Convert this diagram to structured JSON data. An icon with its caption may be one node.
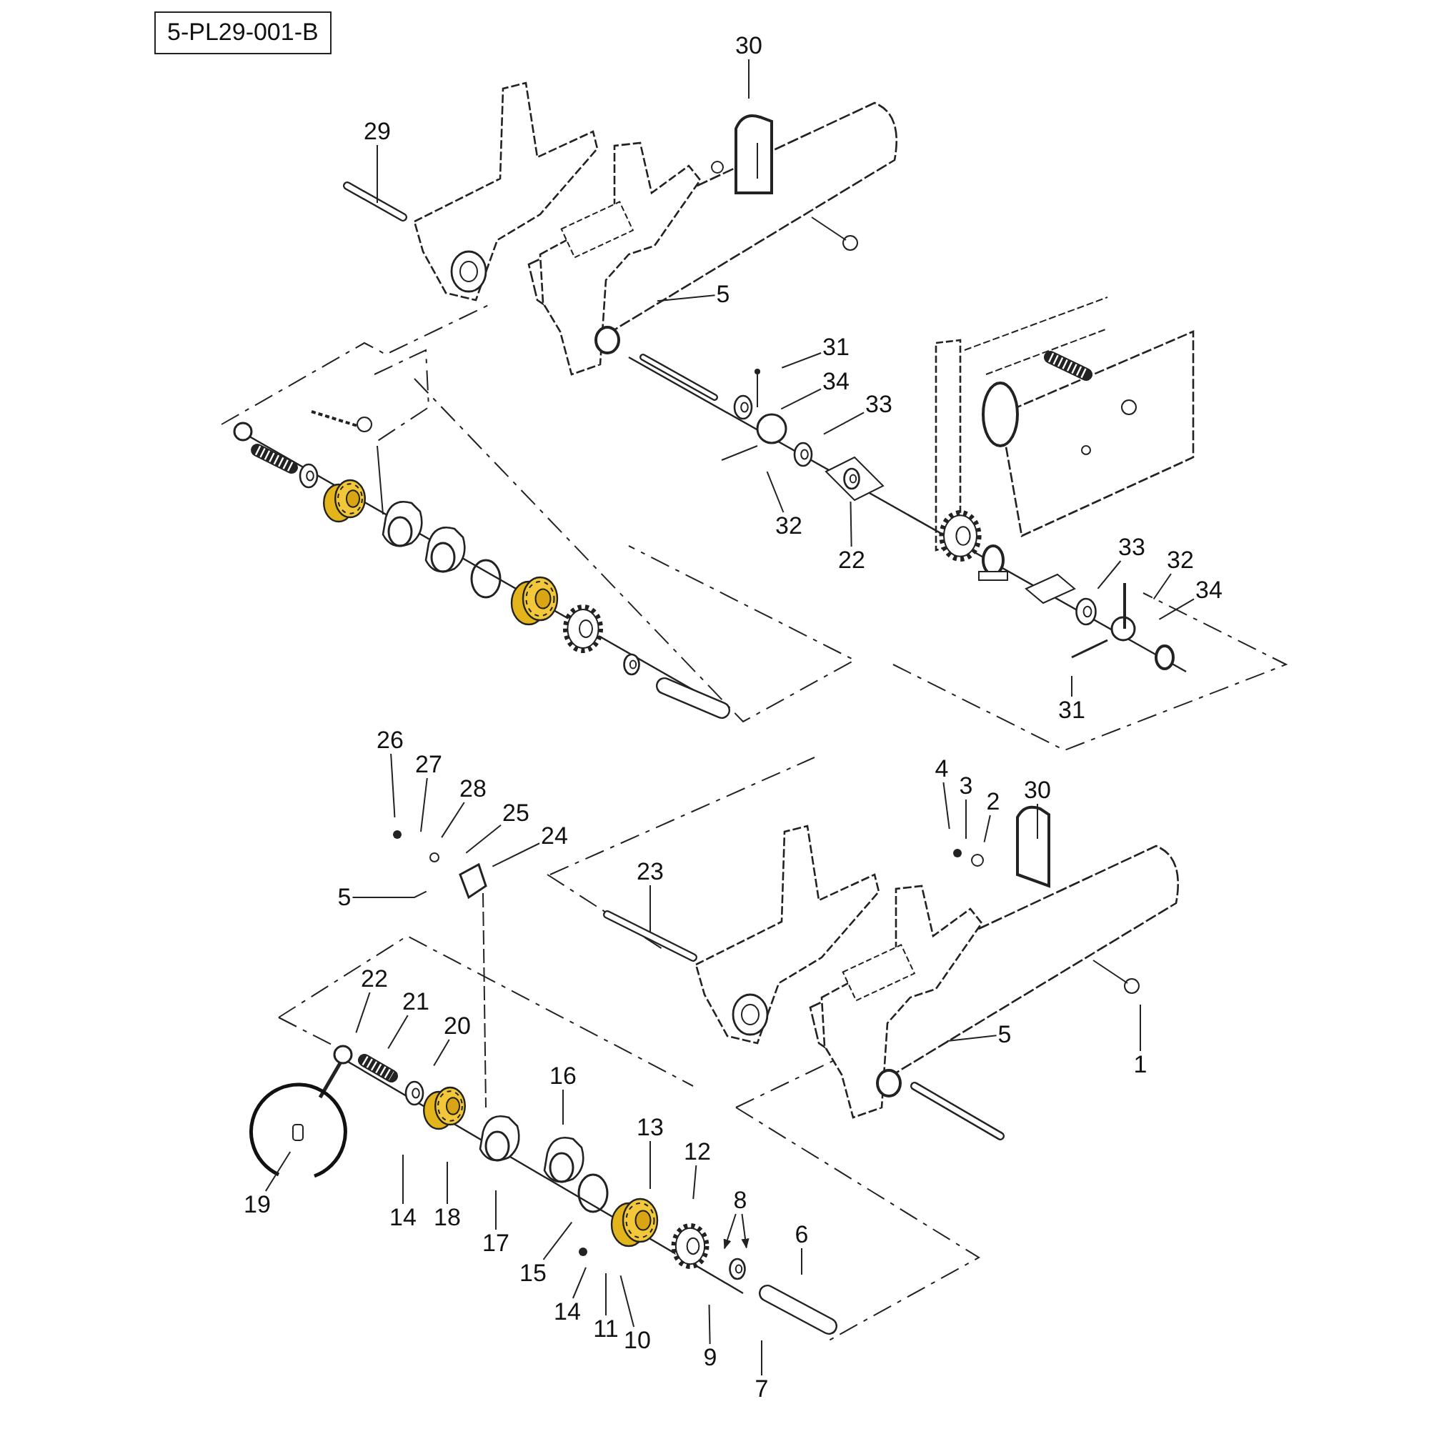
{
  "diagram": {
    "title": "5-PL29-001-B",
    "nodes": [
      {
        "text": [
          "30"
        ]
      },
      {
        "text": [
          "29"
        ]
      },
      {
        "text": [
          "5"
        ]
      },
      {
        "text": [
          "31"
        ]
      },
      {
        "text": [
          "34"
        ]
      },
      {
        "text": [
          "33"
        ]
      },
      {
        "text": [
          "32"
        ]
      },
      {
        "text": [
          "22"
        ]
      },
      {
        "text": [
          "33"
        ]
      },
      {
        "text": [
          "32"
        ]
      },
      {
        "text": [
          "34"
        ]
      },
      {
        "text": [
          "31"
        ]
      },
      {
        "text": [
          "26"
        ]
      },
      {
        "text": [
          "27"
        ]
      },
      {
        "text": [
          "28"
        ]
      },
      {
        "text": [
          "25"
        ]
      },
      {
        "text": [
          "24"
        ]
      },
      {
        "text": [
          "4"
        ]
      },
      {
        "text": [
          "3"
        ]
      },
      {
        "text": [
          "2"
        ]
      },
      {
        "text": [
          "30"
        ]
      },
      {
        "text": [
          "5"
        ]
      },
      {
        "text": [
          "23"
        ]
      },
      {
        "text": [
          "5"
        ]
      },
      {
        "text": [
          "1"
        ]
      },
      {
        "text": [
          "22"
        ]
      },
      {
        "text": [
          "21"
        ]
      },
      {
        "text": [
          "20"
        ]
      },
      {
        "text": [
          "16"
        ]
      },
      {
        "text": [
          "13"
        ]
      },
      {
        "text": [
          "12"
        ]
      },
      {
        "text": [
          "8"
        ]
      },
      {
        "text": [
          "19"
        ]
      },
      {
        "text": [
          "14"
        ]
      },
      {
        "text": [
          "18"
        ]
      },
      {
        "text": [
          "17"
        ]
      },
      {
        "text": [
          "6"
        ]
      },
      {
        "text": [
          "15"
        ]
      },
      {
        "text": [
          "14"
        ]
      },
      {
        "text": [
          "11"
        ]
      },
      {
        "text": [
          "10"
        ]
      },
      {
        "text": [
          "9"
        ]
      },
      {
        "text": [
          "7"
        ]
      }
    ],
    "edges": [
      {
        "from": 0,
        "to": null,
        "arrow": "none"
      },
      {
        "from": 1,
        "to": null,
        "arrow": "none"
      },
      {
        "from": 2,
        "to": null,
        "arrow": "none"
      },
      {
        "from": 3,
        "to": null,
        "arrow": "none"
      },
      {
        "from": 4,
        "to": null,
        "arrow": "none"
      },
      {
        "from": 5,
        "to": null,
        "arrow": "none"
      },
      {
        "from": 6,
        "to": null,
        "arrow": "none"
      },
      {
        "from": 7,
        "to": null,
        "arrow": "none"
      },
      {
        "from": 8,
        "to": null,
        "arrow": "none"
      },
      {
        "from": 9,
        "to": null,
        "arrow": "none"
      },
      {
        "from": 10,
        "to": null,
        "arrow": "none"
      },
      {
        "from": 11,
        "to": null,
        "arrow": "none"
      },
      {
        "from": 12,
        "to": null,
        "arrow": "none"
      },
      {
        "from": 13,
        "to": null,
        "arrow": "none"
      },
      {
        "from": 14,
        "to": null,
        "arrow": "none"
      },
      {
        "from": 15,
        "to": null,
        "arrow": "none"
      },
      {
        "from": 16,
        "to": null,
        "arrow": "none"
      },
      {
        "from": 17,
        "to": null,
        "arrow": "none"
      },
      {
        "from": 18,
        "to": null,
        "arrow": "none"
      },
      {
        "from": 19,
        "to": null,
        "arrow": "none"
      },
      {
        "from": 20,
        "to": null,
        "arrow": "none"
      },
      {
        "from": 21,
        "to": null,
        "arrow": "none"
      },
      {
        "from": 22,
        "to": null,
        "arrow": "none"
      },
      {
        "from": 23,
        "to": null,
        "arrow": "none"
      },
      {
        "from": 24,
        "to": null,
        "arrow": "none"
      },
      {
        "from": 25,
        "to": null,
        "arrow": "none"
      },
      {
        "from": 26,
        "to": null,
        "arrow": "none"
      },
      {
        "from": 27,
        "to": null,
        "arrow": "none"
      },
      {
        "from": 28,
        "to": null,
        "arrow": "none"
      },
      {
        "from": 29,
        "to": null,
        "arrow": "none"
      },
      {
        "from": 30,
        "to": null,
        "arrow": "none"
      },
      {
        "from": 31,
        "to": null,
        "arrow": "to"
      },
      {
        "from": 31,
        "to": null,
        "arrow": "to"
      },
      {
        "from": 32,
        "to": null,
        "arrow": "none"
      },
      {
        "from": 33,
        "to": null,
        "arrow": "none"
      },
      {
        "from": 34,
        "to": null,
        "arrow": "none"
      },
      {
        "from": 35,
        "to": null,
        "arrow": "none"
      },
      {
        "from": 36,
        "to": null,
        "arrow": "none"
      },
      {
        "from": 37,
        "to": null,
        "arrow": "none"
      },
      {
        "from": 38,
        "to": null,
        "arrow": "none"
      },
      {
        "from": 39,
        "to": null,
        "arrow": "none"
      },
      {
        "from": 40,
        "to": null,
        "arrow": "none"
      },
      {
        "from": 41,
        "to": null,
        "arrow": "none"
      },
      {
        "from": 42,
        "to": null,
        "arrow": "none"
      }
    ]
  }
}
